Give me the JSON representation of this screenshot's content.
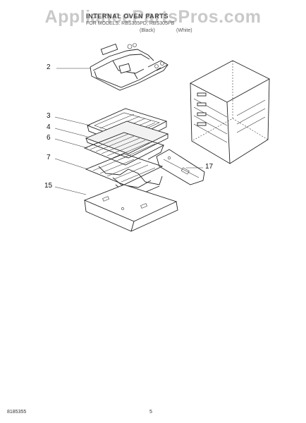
{
  "watermark": "AppliancePartsPros.com",
  "header": {
    "title": "INTERNAL OVEN PARTS",
    "models": "FOR MODELS: RBS305PD, RBS305PB",
    "black_label": "(Black)",
    "white_label": "(White)"
  },
  "callouts": [
    {
      "number": "2",
      "part": "bake-element"
    },
    {
      "number": "3",
      "part": "broiler-pan"
    },
    {
      "number": "4",
      "part": "broiler-grid"
    },
    {
      "number": "6",
      "part": "oven-rack"
    },
    {
      "number": "7",
      "part": "oven-rack-lower"
    },
    {
      "number": "15",
      "part": "bottom-panel"
    },
    {
      "number": "17",
      "part": "side-bracket"
    }
  ],
  "footer": {
    "doc_number": "8185355",
    "page_number": "5"
  }
}
